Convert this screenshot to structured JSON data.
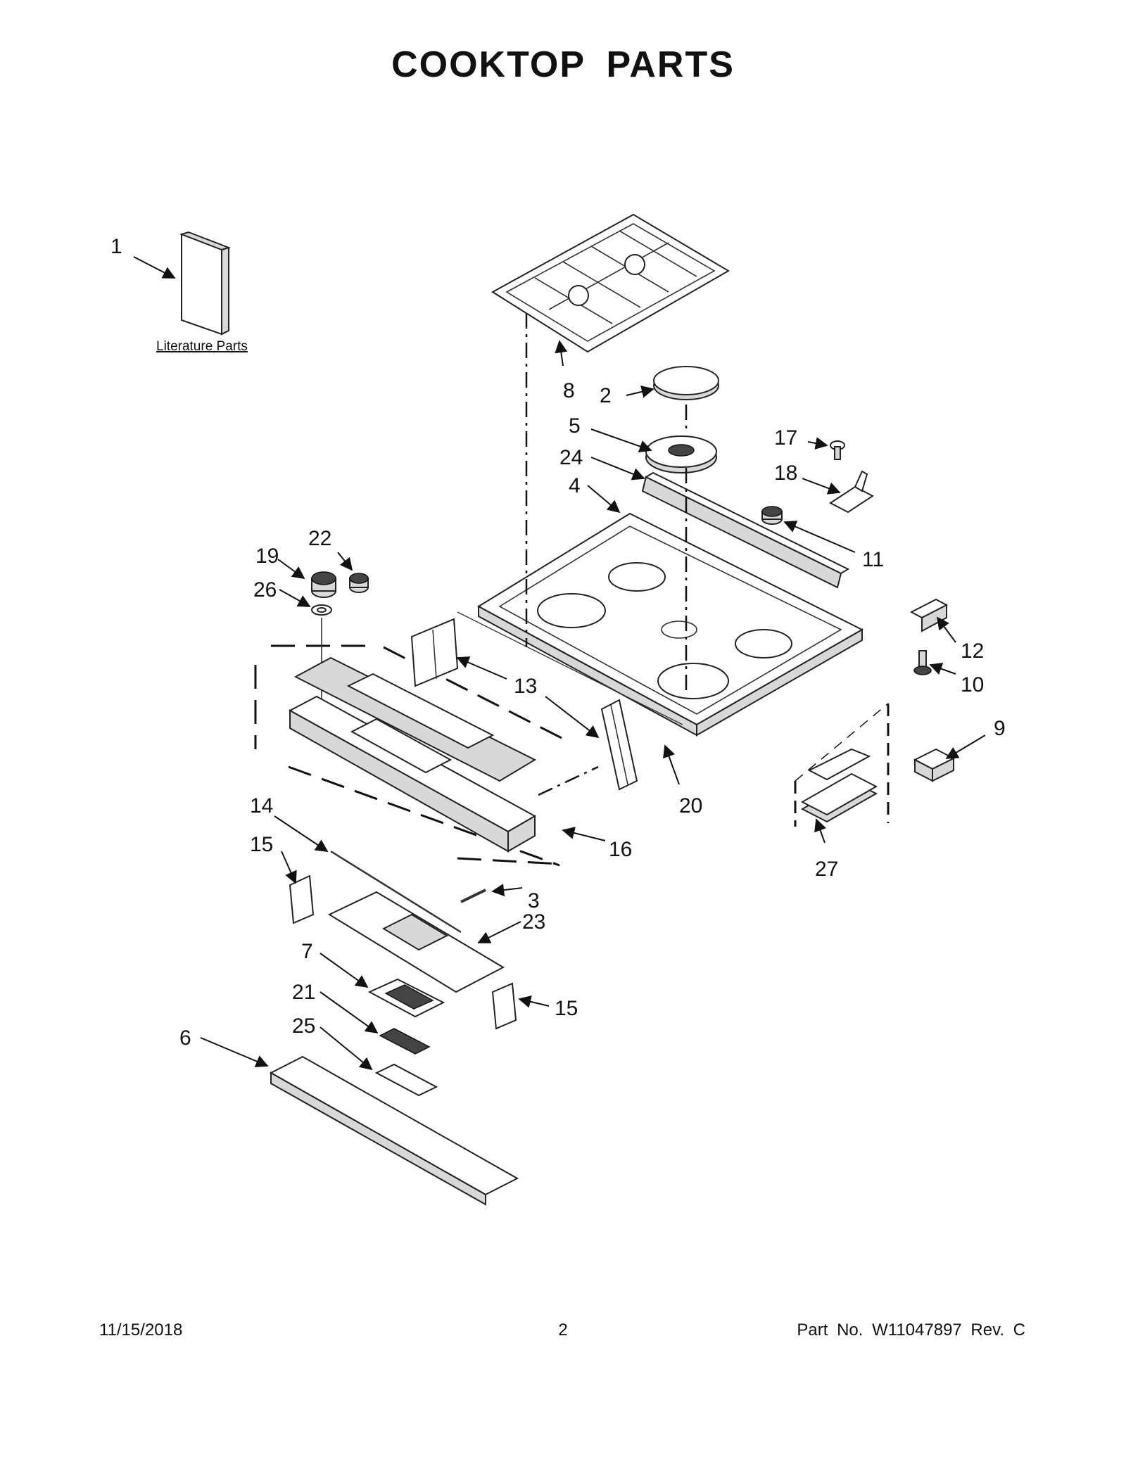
{
  "title": "COOKTOP PARTS",
  "literature_label": "Literature Parts",
  "callouts": {
    "c1": "1",
    "c2": "2",
    "c3": "3",
    "c4": "4",
    "c5": "5",
    "c6": "6",
    "c7": "7",
    "c8": "8",
    "c9": "9",
    "c10": "10",
    "c11": "11",
    "c12": "12",
    "c13": "13",
    "c14": "14",
    "c15a": "15",
    "c15b": "15",
    "c16": "16",
    "c17": "17",
    "c18": "18",
    "c19": "19",
    "c20": "20",
    "c21": "21",
    "c22": "22",
    "c23": "23",
    "c24": "24",
    "c25": "25",
    "c26": "26",
    "c27": "27"
  },
  "footer": {
    "date": "11/15/2018",
    "page": "2",
    "part": "Part No.  W11047897  Rev.  C"
  }
}
